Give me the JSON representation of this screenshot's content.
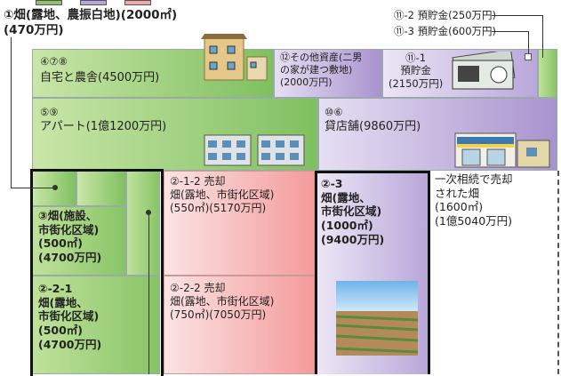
{
  "legend": {
    "colors": [
      "#8cc46a",
      "#b9a7da",
      "#f4a5a5"
    ]
  },
  "header": {
    "left_line1": "①畑(露地、農振白地)(2000㎡)",
    "left_line2": "(470万円)",
    "right_line1": "⑪-2 預貯金(250万円)",
    "right_line2": "⑪-3 預貯金(600万円)"
  },
  "row1": {
    "home": {
      "num": "④⑦⑧",
      "label": "自宅と農舎(4500万円)"
    },
    "other": {
      "text": "⑫その他資産(二男\nの家が建つ敷地)\n(2000万円)"
    },
    "savings": {
      "text": "⑪-1\n預貯金\n(2150万円)"
    }
  },
  "row2": {
    "apartment": {
      "num": "⑤⑨",
      "label": "アパート(1億1200万円)"
    },
    "store": {
      "num": "⑩⑥",
      "label": "貸店舗(9860万円)"
    }
  },
  "plots": {
    "p3": {
      "text": "③畑(施設、\n市街化区域)\n(500㎡)\n(4700万円)"
    },
    "p2_2_1": {
      "text": "②-2-1\n畑(露地、\n市街化区域)\n(500㎡)\n(4700万円)"
    },
    "p2_1_2": {
      "text": "②-1-2 売却\n畑(露地、市街化区域)\n(550㎡)(5170万円)"
    },
    "p2_2_2": {
      "text": "②-2-2 売却\n畑(露地、市街化区域)\n(750㎡)(7050万円)"
    },
    "p2_3": {
      "text": "②-3\n畑(露地、\n市街化区域)\n(1000㎡)\n(9400万円)"
    }
  },
  "sold_note": {
    "text": "一次相続で売却\nされた畑\n(1600㎡)\n(1億5040万円)"
  }
}
